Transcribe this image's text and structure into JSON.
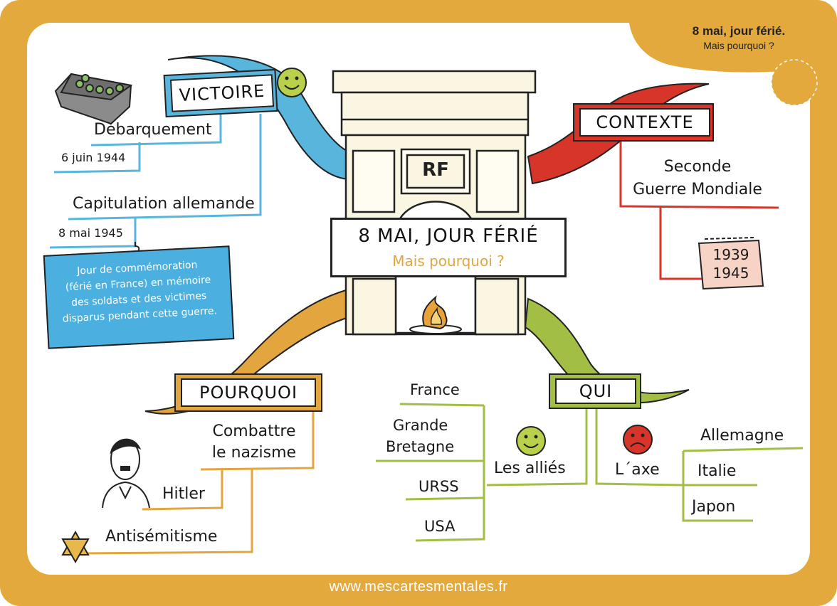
{
  "corner_tab": {
    "title": "8 mai, jour férié.",
    "subtitle": "Mais pourquoi ?"
  },
  "center": {
    "title": "8 MAI, JOUR FÉRIÉ",
    "subtitle": "Mais pourquoi ?",
    "arch_initials": "RF"
  },
  "branches": {
    "victoire": {
      "label": "VICTOIRE",
      "debarquement": "Débarquement",
      "date_debarquement": "6 juin 1944",
      "capitulation": "Capitulation allemande",
      "date_capitulation": "8 mai 1945",
      "note_lines": [
        "Jour de commémoration",
        "(férié en France) en mémoire",
        "des soldats et des victimes",
        "disparus pendant cette guerre."
      ]
    },
    "contexte": {
      "label": "CONTEXTE",
      "line1": "Seconde",
      "line2": "Guerre Mondiale",
      "year_start": "1939",
      "year_end": "1945"
    },
    "pourquoi": {
      "label": "POURQUOI",
      "item1_line1": "Combattre",
      "item1_line2": "le nazisme",
      "hitler": "Hitler",
      "antisemitisme": "Antisémitisme"
    },
    "qui": {
      "label": "QUI",
      "allies": "Les alliés",
      "allies_members": [
        "France",
        "Grande",
        "Bretagne",
        "URSS",
        "USA"
      ],
      "axe": "L´axe",
      "axe_members": [
        "Allemagne",
        "Italie",
        "Japon"
      ]
    }
  },
  "footer": {
    "url": "www.mescartesmentales.fr"
  },
  "colors": {
    "frame": "#E3A93D",
    "victoire": "#58B5DC",
    "contexte": "#D8352A",
    "pourquoi": "#E3A63F",
    "qui": "#A3BE45",
    "note_bg": "#4BB0E0",
    "calendar": "#F6D3C4"
  }
}
